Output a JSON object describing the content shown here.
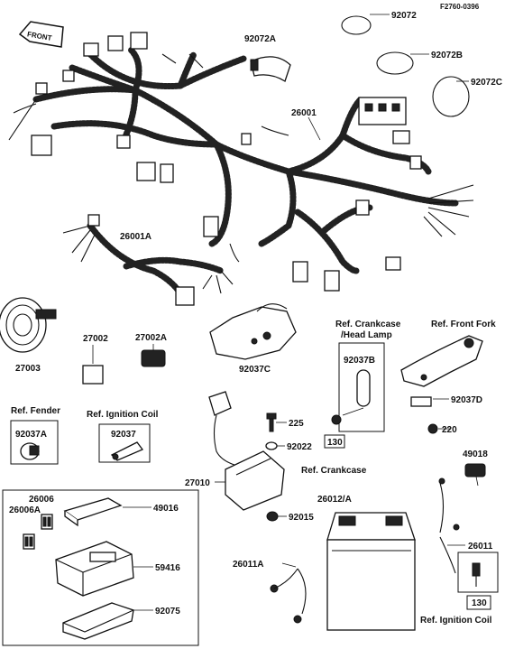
{
  "header": {
    "figure_code": "F2760-0396",
    "front_label": "FRONT"
  },
  "parts": {
    "p92072": "92072",
    "p92072A": "92072A",
    "p92072B": "92072B",
    "p92072C": "92072C",
    "p26001": "26001",
    "p26001A": "26001A",
    "p27003": "27003",
    "p27002": "27002",
    "p27002A": "27002A",
    "p92037C": "92037C",
    "p92037B": "92037B",
    "p92037D": "92037D",
    "p220": "220",
    "p92037A": "92037A",
    "p92037": "92037",
    "p225": "225",
    "p92022": "92022",
    "p27010": "27010",
    "p92015": "92015",
    "p49018": "49018",
    "p26012A": "26012/A",
    "p26006": "26006",
    "p26006A": "26006A",
    "p49016": "49016",
    "p59416": "59416",
    "p92075": "92075",
    "p26011A": "26011A",
    "p26011": "26011",
    "p130a": "130",
    "p130b": "130"
  },
  "refs": {
    "crankcase_head_lamp_1": "Ref. Crankcase",
    "crankcase_head_lamp_2": "/Head Lamp",
    "front_fork": "Ref. Front Fork",
    "fender": "Ref. Fender",
    "ignition_coil": "Ref. Ignition Coil",
    "crankcase": "Ref. Crankcase",
    "ignition_coil_bottom": "Ref. Ignition Coil"
  }
}
